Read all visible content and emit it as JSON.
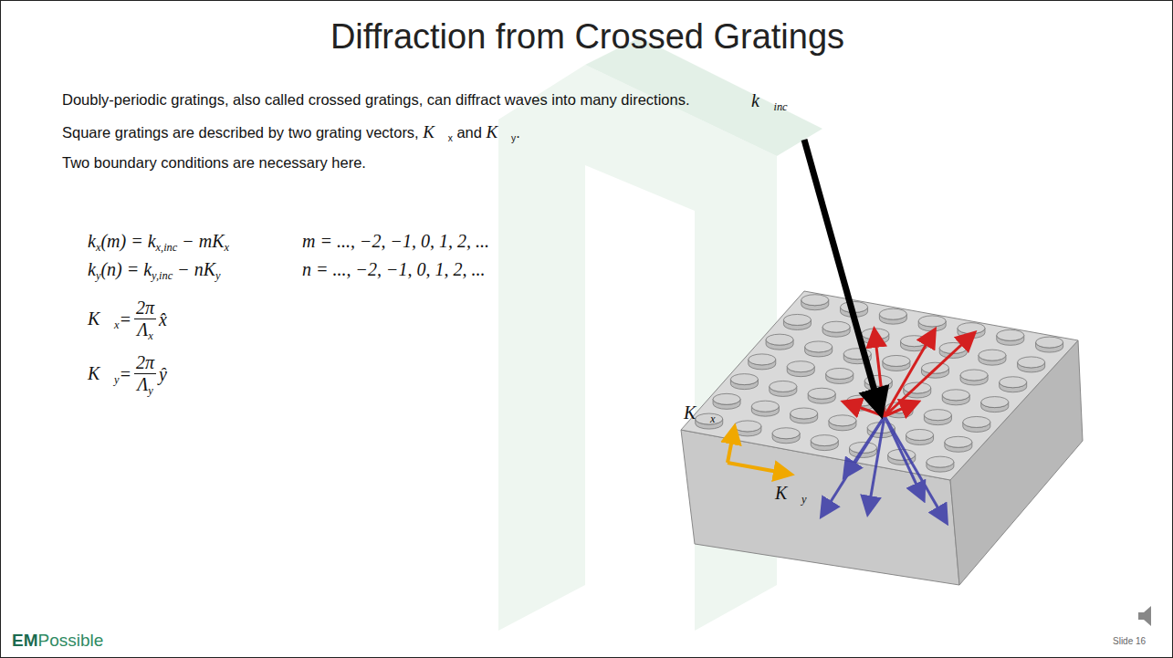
{
  "diagram": {
    "title": "Diffraction from Crossed Gratings",
    "labels": [
      "Doubly-periodic gratings, also called crossed gratings, can diffract waves into many directions.",
      "Square gratings are described by two grating vectors, ",
      "K⃗",
      "x",
      " and ",
      "K⃗",
      "y",
      ".",
      "Two boundary conditions are necessary here.",
      "k",
      "x",
      "(m) = k",
      "x,inc",
      " − mK",
      "x",
      "m = ..., −2, −1, 0, 1, 2, ...",
      "k",
      "y",
      "(n) = k",
      "y,inc",
      " − nK",
      "y",
      "n = ..., −2, −1, 0, 1, 2, ...",
      "K⃗",
      "x",
      " = ",
      "2π",
      "Λ",
      "x",
      "x̂",
      "K⃗",
      "y",
      " = ",
      "2π",
      "Λ",
      "y",
      "ŷ",
      "k⃗",
      "inc",
      "K⃗",
      "x",
      "K⃗",
      "y",
      "EM",
      "Possible",
      "Slide 16"
    ]
  }
}
